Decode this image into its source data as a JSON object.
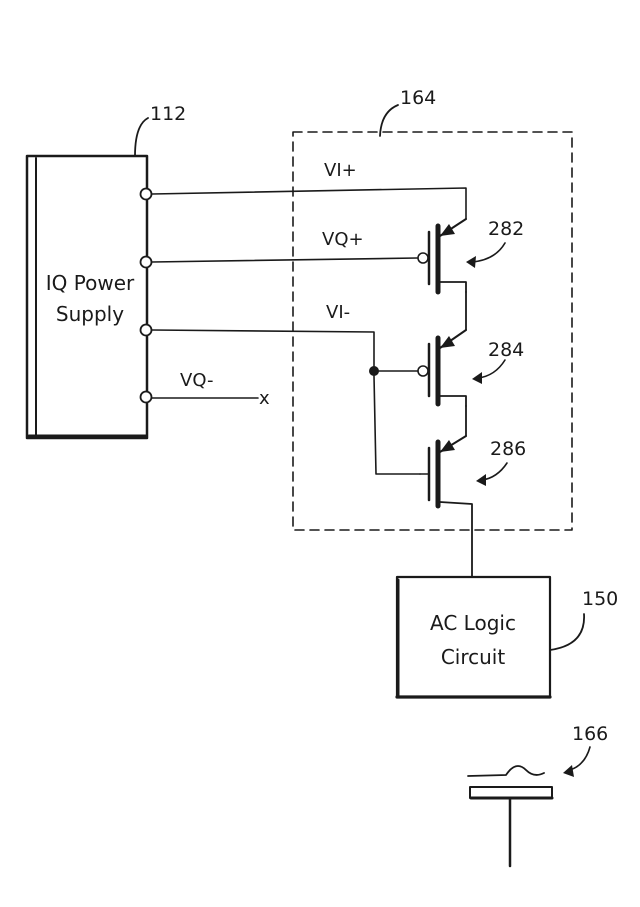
{
  "reference_numbers": {
    "power_supply": "112",
    "transistor_stack": "164",
    "transistor_top": "282",
    "transistor_mid": "284",
    "transistor_bottom": "286",
    "logic_circuit": "150",
    "switch": "166"
  },
  "power_supply": {
    "label_line1": "IQ Power",
    "label_line2": "Supply"
  },
  "signals": {
    "vi_plus": "VI+",
    "vq_plus": "VQ+",
    "vi_minus": "VI-",
    "vq_minus": "VQ-",
    "vq_minus_terminal": "x"
  },
  "logic_circuit": {
    "label_line1": "AC Logic",
    "label_line2": "Circuit"
  }
}
